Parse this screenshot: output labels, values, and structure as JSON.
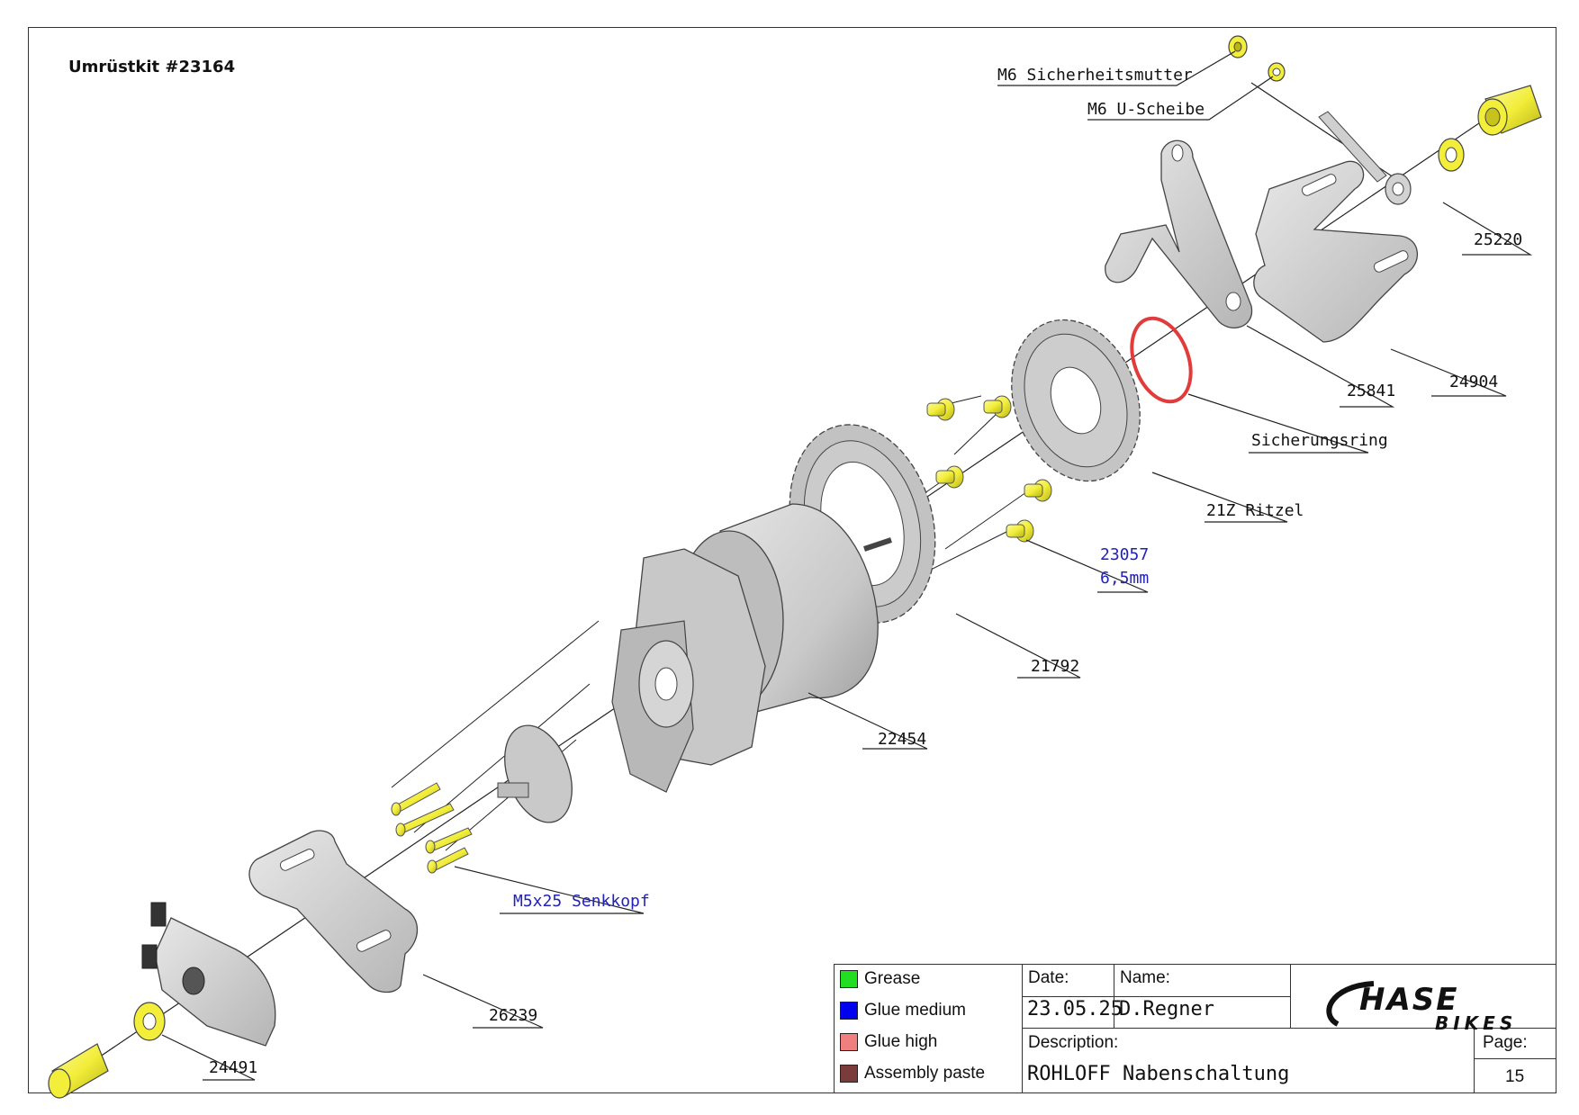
{
  "title": "Umrüstkit #23164",
  "part_labels": {
    "m6_nut": "M6 Sicherheitsmutter",
    "m6_washer": "M6 U-Scheibe",
    "p25220": "25220",
    "p24904": "24904",
    "p25841": "25841",
    "sicherungsring": "Sicherungsring",
    "ritzel": "21Z Ritzel",
    "p23057_line1": "23057",
    "p23057_line2": "6,5mm",
    "p21792": "21792",
    "p22454": "22454",
    "m5x25": "M5x25 Senkkopf",
    "p26239": "26239",
    "p24491": "24491"
  },
  "legend": [
    {
      "label": "Grease",
      "color": "#22dd22"
    },
    {
      "label": "Glue medium",
      "color": "#0000ee"
    },
    {
      "label": "Glue high",
      "color": "#f08080"
    },
    {
      "label": "Assembly paste",
      "color": "#7a3b3b"
    }
  ],
  "title_block": {
    "date_label": "Date:",
    "date_value": "23.05.25",
    "name_label": "Name:",
    "name_value": "D.Regner",
    "description_label": "Description:",
    "description_value": "ROHLOFF Nabenschaltung",
    "page_label": "Page:",
    "page_value": "15",
    "logo_top": "HASE",
    "logo_bottom": "BIKES"
  },
  "colors": {
    "part_yellow": "#f2ee3a",
    "part_gray": "#cfcfcf",
    "circlip_red": "#e23b3b",
    "label_blue": "#2222bb"
  }
}
